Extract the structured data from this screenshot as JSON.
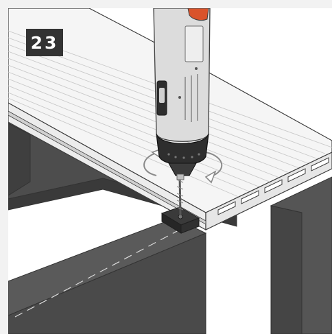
{
  "step": {
    "number": "23"
  },
  "colors": {
    "joist": "#4d4d4d",
    "joist_dark": "#3a3a3a",
    "joist_light": "#636363",
    "board": "#f5f5f5",
    "board_edge": "#e6e6e6",
    "outline": "#3c3c3c",
    "drill_body": "#dcdcdc",
    "drill_dark": "#2e2e2e",
    "drill_accent": "#d9532b",
    "badge_bg": "#333333"
  },
  "icons": {
    "rotation": "rotation-arrows-icon",
    "clip": "hidden-fastener-clip",
    "drill": "cordless-screwdriver"
  }
}
